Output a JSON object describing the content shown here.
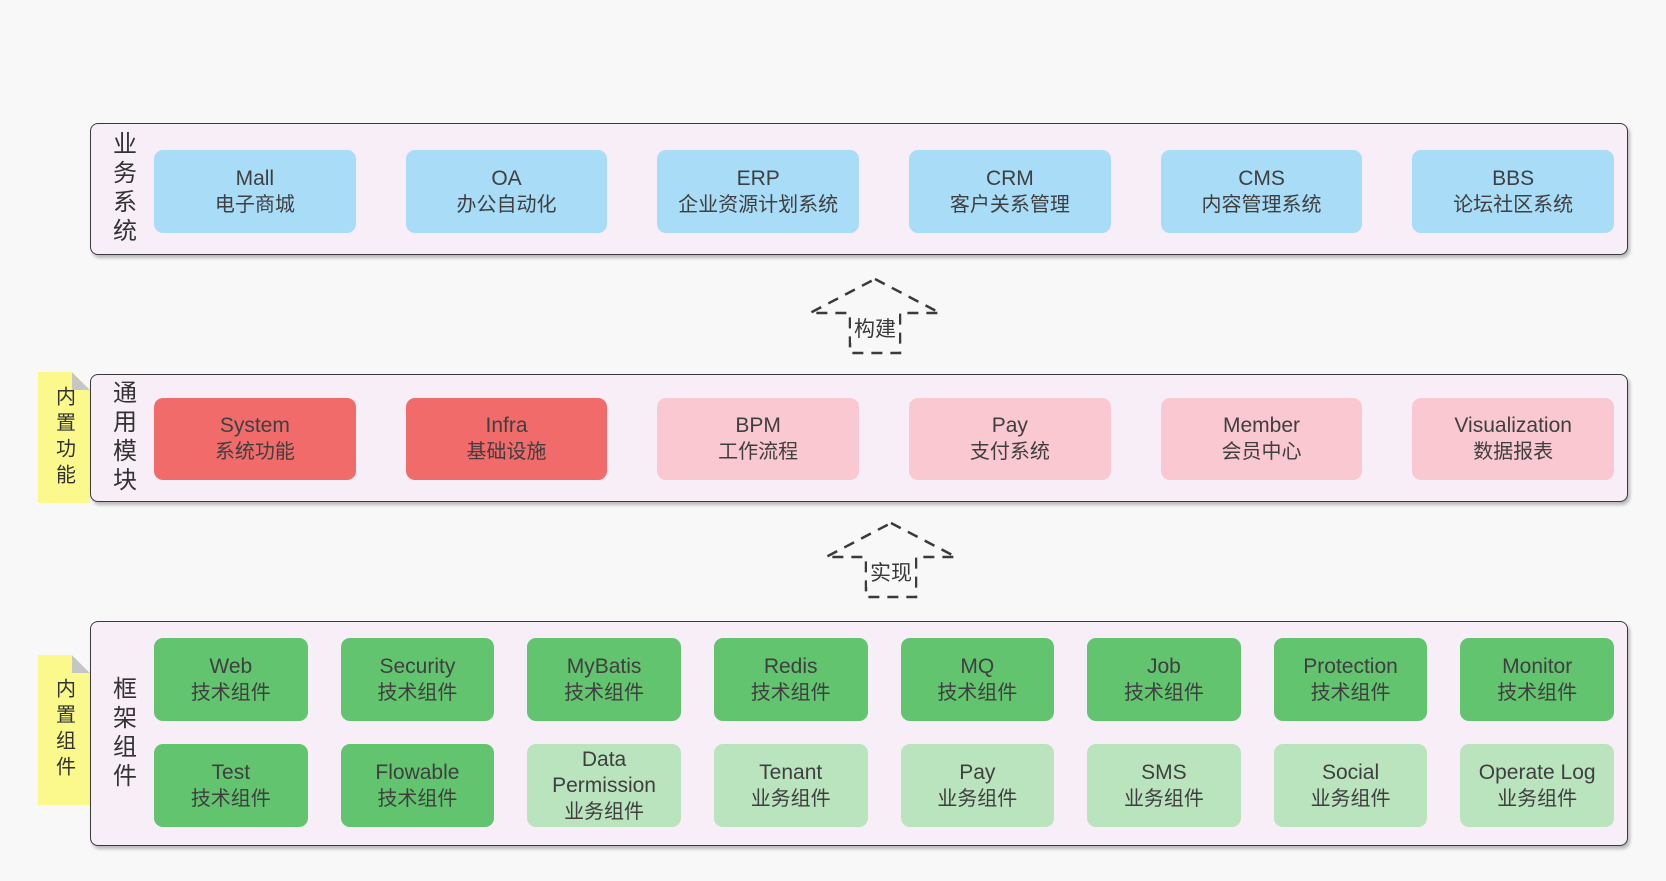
{
  "palette": {
    "page_bg": "#f8f8f8",
    "band_bg": "#f8eef8",
    "band_border": "#3a3a3a",
    "blue": "#a8dcf7",
    "red": "#f16b6b",
    "pink": "#f9c8d1",
    "green": "#62c46e",
    "lightgreen": "#bae4be",
    "sticky_yellow": "#fbf98b",
    "text": "#3e3e3e"
  },
  "arrows": [
    {
      "label": "构建"
    },
    {
      "label": "实现"
    }
  ],
  "bands": [
    {
      "label": "业务系统",
      "boxes": [
        {
          "name": "Mall",
          "desc": "电子商城",
          "type": "blue"
        },
        {
          "name": "OA",
          "desc": "办公自动化",
          "type": "blue"
        },
        {
          "name": "ERP",
          "desc": "企业资源计划系统",
          "type": "blue"
        },
        {
          "name": "CRM",
          "desc": "客户关系管理",
          "type": "blue"
        },
        {
          "name": "CMS",
          "desc": "内容管理系统",
          "type": "blue"
        },
        {
          "name": "BBS",
          "desc": "论坛社区系统",
          "type": "blue"
        }
      ]
    },
    {
      "label": "通用模块",
      "sticky": "内置功能",
      "boxes": [
        {
          "name": "System",
          "desc": "系统功能",
          "type": "red"
        },
        {
          "name": "Infra",
          "desc": "基础设施",
          "type": "red"
        },
        {
          "name": "BPM",
          "desc": "工作流程",
          "type": "pink"
        },
        {
          "name": "Pay",
          "desc": "支付系统",
          "type": "pink"
        },
        {
          "name": "Member",
          "desc": "会员中心",
          "type": "pink"
        },
        {
          "name": "Visualization",
          "desc": "数据报表",
          "type": "pink"
        }
      ]
    },
    {
      "label": "框架组件",
      "sticky": "内置组件",
      "rows": [
        [
          {
            "name": "Web",
            "desc": "技术组件",
            "type": "green"
          },
          {
            "name": "Security",
            "desc": "技术组件",
            "type": "green"
          },
          {
            "name": "MyBatis",
            "desc": "技术组件",
            "type": "green"
          },
          {
            "name": "Redis",
            "desc": "技术组件",
            "type": "green"
          },
          {
            "name": "MQ",
            "desc": "技术组件",
            "type": "green"
          },
          {
            "name": "Job",
            "desc": "技术组件",
            "type": "green"
          },
          {
            "name": "Protection",
            "desc": "技术组件",
            "type": "green"
          },
          {
            "name": "Monitor",
            "desc": "技术组件",
            "type": "green"
          }
        ],
        [
          {
            "name": "Test",
            "desc": "技术组件",
            "type": "green"
          },
          {
            "name": "Flowable",
            "desc": "技术组件",
            "type": "green"
          },
          {
            "name": "Data Permission",
            "desc": "业务组件",
            "type": "lightgreen"
          },
          {
            "name": "Tenant",
            "desc": "业务组件",
            "type": "lightgreen"
          },
          {
            "name": "Pay",
            "desc": "业务组件",
            "type": "lightgreen"
          },
          {
            "name": "SMS",
            "desc": "业务组件",
            "type": "lightgreen"
          },
          {
            "name": "Social",
            "desc": "业务组件",
            "type": "lightgreen"
          },
          {
            "name": "Operate Log",
            "desc": "业务组件",
            "type": "lightgreen"
          }
        ]
      ]
    }
  ]
}
